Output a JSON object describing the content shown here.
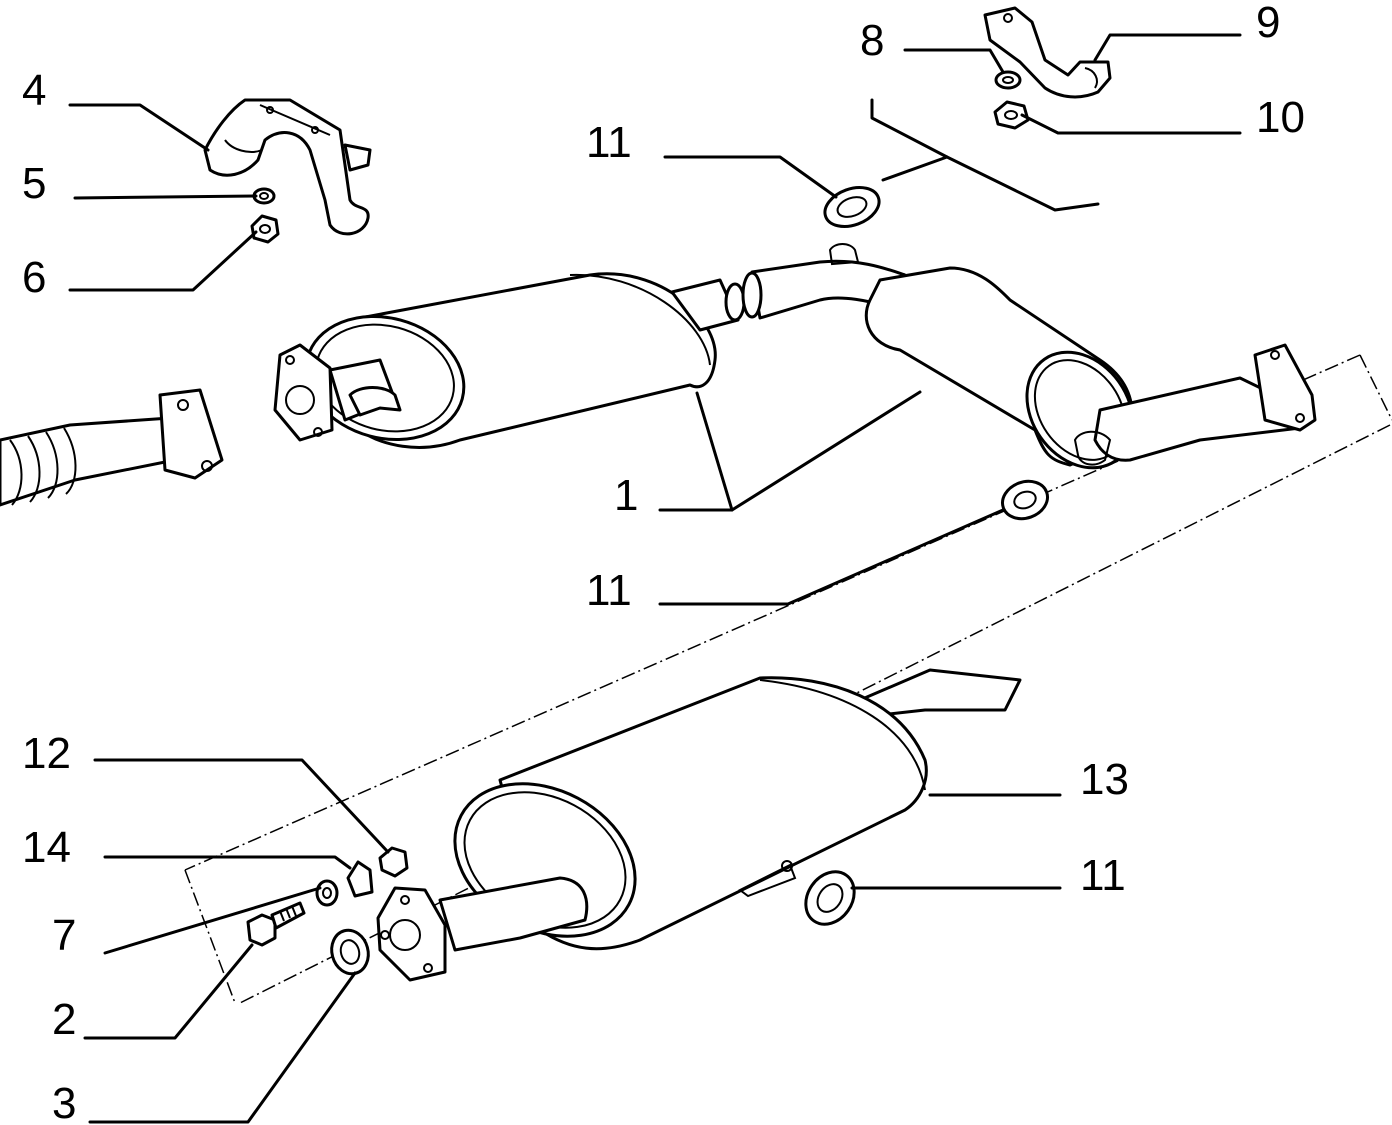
{
  "callouts": {
    "c1": "1",
    "c2": "2",
    "c3": "3",
    "c4": "4",
    "c5": "5",
    "c6": "6",
    "c7": "7",
    "c8": "8",
    "c9": "9",
    "c10": "10",
    "c11_top": "11",
    "c11_mid": "11",
    "c11_bottom": "11",
    "c12": "12",
    "c13": "13",
    "c14": "14"
  }
}
